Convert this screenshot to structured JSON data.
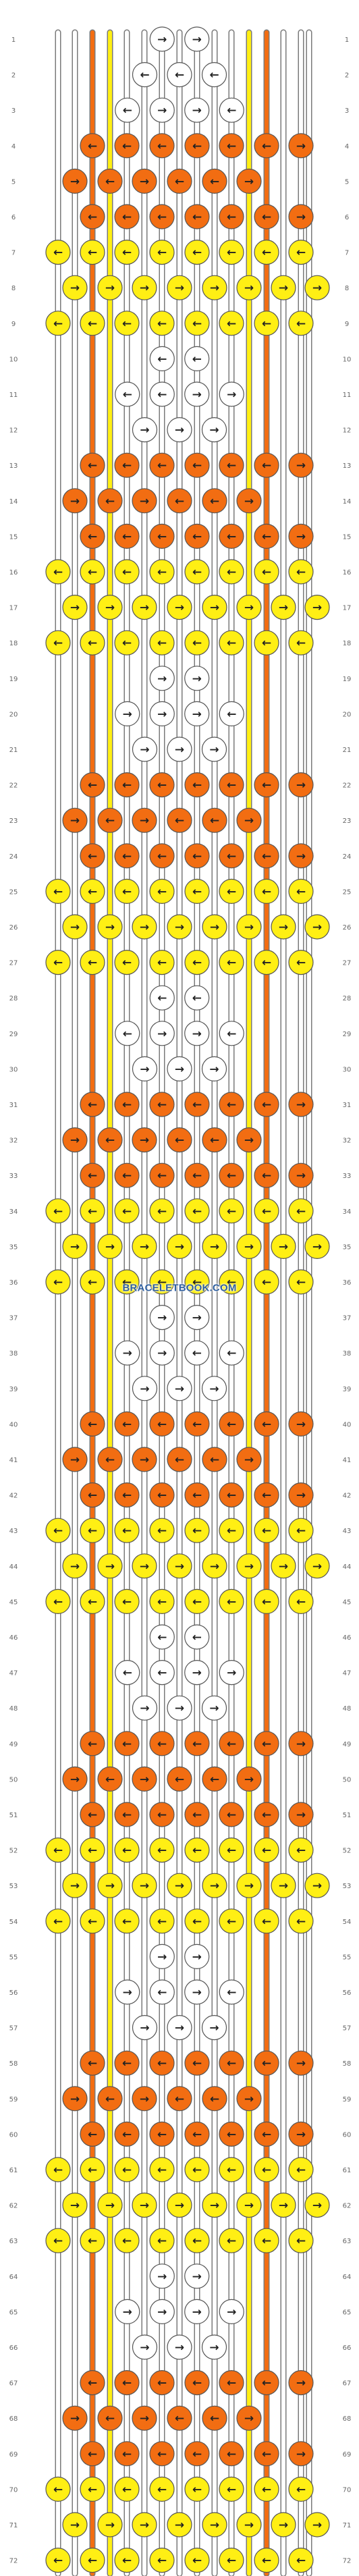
{
  "watermark": "BRACELETBOOK.COM",
  "strand_colors": {
    "O": "#f26d12",
    "Y": "#ffef14",
    "W": "#ffffff"
  },
  "initial_strands": [
    "W",
    "W",
    "O",
    "Y",
    "W",
    "W",
    "W",
    "W",
    "W",
    "W",
    "W",
    "Y",
    "O",
    "W",
    "W",
    "W"
  ],
  "row_labels": [
    "1",
    "2",
    "3",
    "4",
    "5",
    "6",
    "7",
    "8",
    "9",
    "10",
    "11",
    "12",
    "13",
    "14",
    "15",
    "16",
    "17",
    "18",
    "19",
    "20",
    "21",
    "22",
    "23",
    "24",
    "25",
    "26",
    "27",
    "28",
    "29",
    "30",
    "31",
    "32",
    "33",
    "34",
    "35",
    "36",
    "37",
    "38",
    "39",
    "40",
    "41",
    "42",
    "43",
    "44",
    "45",
    "46",
    "47",
    "48",
    "49",
    "50",
    "51",
    "52",
    "53",
    "54",
    "55",
    "56",
    "57",
    "58",
    "59",
    "60",
    "61",
    "62",
    "63",
    "64",
    "65",
    "66",
    "67",
    "68",
    "69",
    "70",
    "71",
    "72"
  ],
  "rows": [
    "   → →   ",
    "   ← ← ←  ",
    "  ← → → ← ",
    "   O O O O O O O ",
    "  O O O O O O ",
    "   O O O O O O O ",
    "Y Y Y Y Y Y Y Y ",
    "  Y Y Y Y Y Y Y Y",
    "Y Y Y Y Y Y Y Y ",
    "   ← ←   ",
    "  ← ← → → ",
    "   → → → ",
    "   O O O O O O O ",
    "  O O O O O O ",
    "   O O O O O O O ",
    "Y Y Y Y Y Y Y Y ",
    "  Y Y Y Y Y Y Y Y",
    "Y Y Y Y Y Y Y Y ",
    "   → →   ",
    "  → → → ← ",
    "   → → → ",
    "   O O O O O O O ",
    "  O O O O O O ",
    "   O O O O O O O ",
    "Y Y Y Y Y Y Y Y ",
    "  Y Y Y Y Y Y Y Y",
    "Y Y Y Y Y Y Y Y ",
    "   ← ←   ",
    "  ← → → ← ",
    "   → → → ",
    "   O O O O O O O ",
    "  O O O O O O ",
    "   O O O O O O O ",
    "Y Y Y Y Y Y Y Y ",
    "  Y Y Y Y Y Y Y Y",
    "Y Y Y Y Y Y Y Y ",
    "   → →   ",
    "  → → ← ← ",
    "   → → → ",
    "   O O O O O O O ",
    "  O O O O O O ",
    "   O O O O O O O ",
    "Y Y Y Y Y Y Y Y ",
    "  Y Y Y Y Y Y Y Y",
    "Y Y Y Y Y Y Y Y ",
    "   ← ←   ",
    "  ← ← → → ",
    "   → → → ",
    "   O O O O O O O ",
    "  O O O O O O ",
    "   O O O O O O O ",
    "Y Y Y Y Y Y Y Y ",
    "  Y Y Y Y Y Y Y Y",
    "Y Y Y Y Y Y Y Y ",
    "   → →   ",
    "  → ← → ← ",
    "   → → → ",
    "   O O O O O O O ",
    "  O O O O O O ",
    "   O O O O O O O ",
    "Y Y Y Y Y Y Y Y ",
    "  Y Y Y Y Y Y Y Y",
    "Y Y Y Y Y Y Y Y ",
    "   → →   ",
    "  → → → → ",
    "   → → → ",
    "   O O O O O O O ",
    "  O O O O O O ",
    "   O O O O O O O ",
    "Y Y Y Y Y Y Y Y ",
    "  Y Y Y Y Y Y Y Y",
    "Y Y Y Y Y Y Y Y "
  ],
  "knot_arrows": {
    "orange_even": [
      "←",
      "←",
      "←",
      "←",
      "←",
      "←",
      "→"
    ],
    "orange_odd": [
      "→",
      "←",
      "→",
      "←",
      "←",
      "→"
    ],
    "yellow_a": [
      "→",
      "→",
      "→",
      "→",
      "→",
      "→",
      "→",
      "→"
    ],
    "yellow_b": [
      "←",
      "←",
      "←",
      "←",
      "←",
      "←",
      "←",
      "←"
    ]
  }
}
